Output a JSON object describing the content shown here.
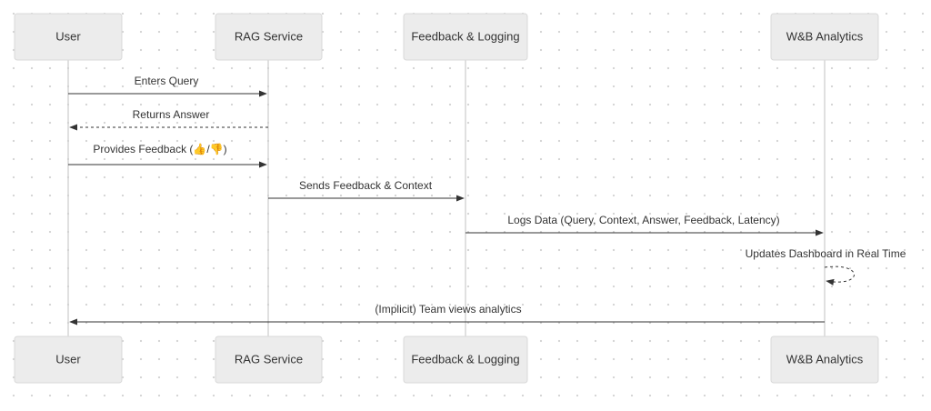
{
  "participants": [
    {
      "id": "user",
      "label": "User"
    },
    {
      "id": "rag",
      "label": "RAG Service"
    },
    {
      "id": "feedback",
      "label": "Feedback & Logging"
    },
    {
      "id": "wandb",
      "label": "W&B Analytics"
    }
  ],
  "messages": [
    {
      "id": "enters_query",
      "from": "user",
      "to": "rag",
      "style": "solid",
      "label": "Enters Query"
    },
    {
      "id": "returns_answer",
      "from": "rag",
      "to": "user",
      "style": "dashed",
      "label": "Returns Answer"
    },
    {
      "id": "provides_feedback",
      "from": "user",
      "to": "rag",
      "style": "solid",
      "label": "Provides Feedback (👍/👎)"
    },
    {
      "id": "sends_feedback",
      "from": "rag",
      "to": "feedback",
      "style": "solid",
      "label": "Sends Feedback & Context"
    },
    {
      "id": "logs_data",
      "from": "feedback",
      "to": "wandb",
      "style": "solid",
      "label": "Logs Data (Query, Context, Answer, Feedback, Latency)"
    },
    {
      "id": "updates_dashboard",
      "from": "wandb",
      "to": "wandb",
      "style": "dashed",
      "label": "Updates Dashboard in Real Time"
    },
    {
      "id": "team_views",
      "from": "wandb",
      "to": "user",
      "style": "solid",
      "label": "(Implicit) Team views analytics"
    }
  ]
}
